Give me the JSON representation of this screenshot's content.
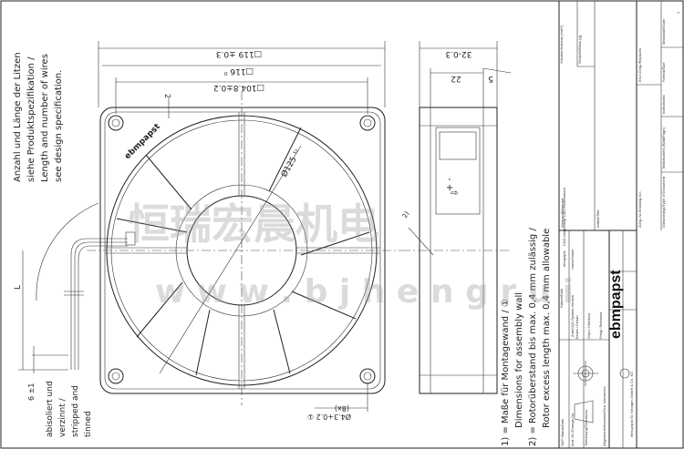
{
  "notes": {
    "wires": [
      "Anzahl und Länge der Litzen",
      "siehe Produktspezifikation /",
      "Length and number of wires",
      "see design specification."
    ],
    "stripped": [
      "abisoliert und",
      "verzinnt /",
      "stripped and",
      "tinned"
    ],
    "footnotes": [
      "1) = Maße für Montagewand / ①",
      "Dimensions for assembly wall",
      "2) = Rotorüberstand bis max. 0,4 mm zulässig /",
      "Rotor excess length max. 0,4 mm allowable"
    ]
  },
  "dimensions": {
    "frame_outer": "□119 ±0.3",
    "frame_116": "□116 ⁰",
    "hole_pitch": "□104.8±0.2",
    "offset_2": "2",
    "rotor_dia": "Ø125 ¹⁾",
    "depth": "32-0.3",
    "depth_22": "22",
    "depth_5": "5",
    "strip_len": "6 ±1",
    "wire_len": "L",
    "hole_dia": "Ø4.3+0.2 ①",
    "hole_count": "(8x)",
    "rotor_note": "2)"
  },
  "fan_labels": {
    "logo": "ebmpapst",
    "polarity": "- +"
  },
  "title_block": {
    "material": "Werkstoff/Material:",
    "volume": "Volumen/Volume (mm³):",
    "mass": "Gewicht/Mass (g):",
    "title": "Artikel/Title",
    "drawing_no": "Zchg.-Nr./Drawing-No.:",
    "replaces": "Ers.f.Zchg./Replaces",
    "doc_type": "Dokumentyp/Type of Document",
    "sheet": "Teildokument (Blatt/Page)",
    "index": "Index/Index",
    "format": "Format/Size",
    "scale": "Massstab/Scale",
    "scale_val": "1",
    "sap": "SAP-Status/Date",
    "change_no": "Änd.-Nr./Change-No.",
    "cad": "AutoCAD-System-Version",
    "date": "Datum/Date",
    "name": "Name/Name",
    "ebm": "ebmpapst",
    "cad_env": "CAD-Umgebung/ CAD-Environment",
    "drawn": "Bearb./ Drawn",
    "checked": "Gepr./ Checked",
    "released": "Freig./ Released",
    "tolerances": "Tolerierung/Tolerances",
    "gen_tol": "Allgemeintoleranzen/Gen. tolerances",
    "logo": "ebmpapst",
    "company": "ebm-papst St. Georgen GmbH & Co. KG"
  },
  "watermark": {
    "cn": "恒瑞宏晨机电",
    "url": "w w w . b j h e n g r u i"
  }
}
